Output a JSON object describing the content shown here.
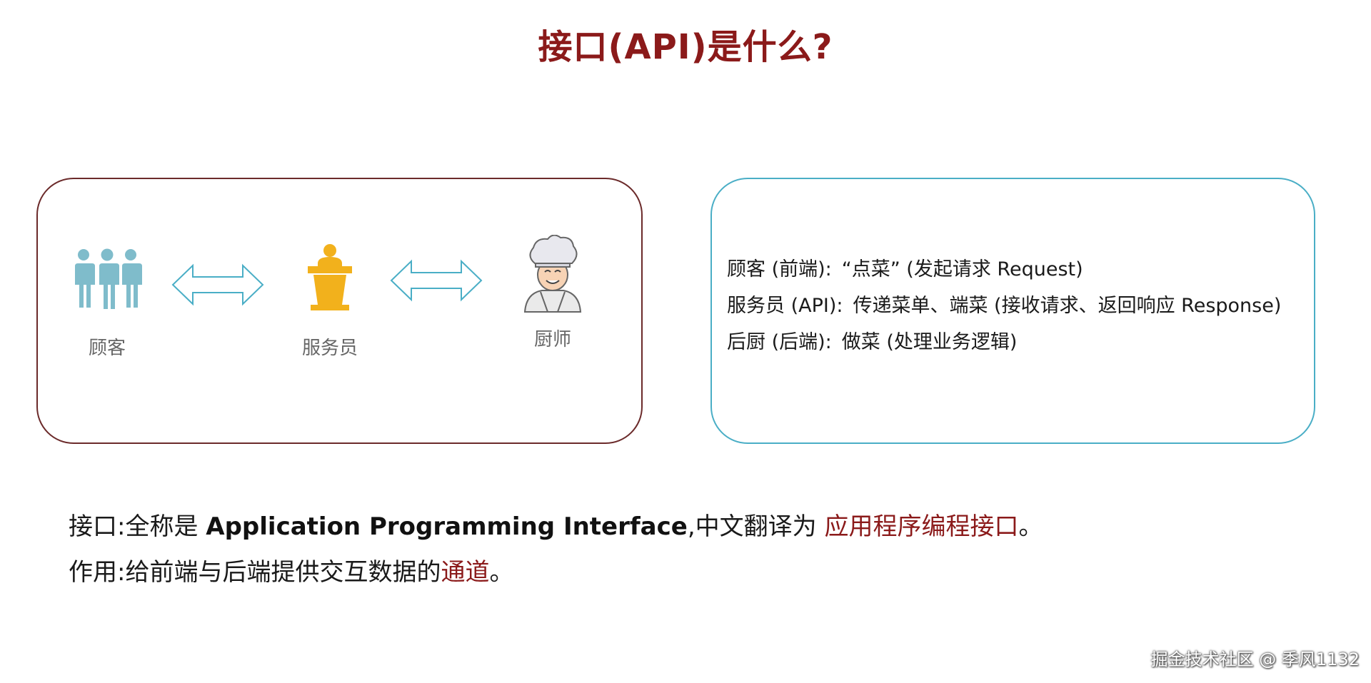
{
  "title": "接口(API)是什么?",
  "diagram": {
    "roles": [
      {
        "label": "顾客",
        "icon": "people-icon"
      },
      {
        "label": "服务员",
        "icon": "podium-waiter-icon"
      },
      {
        "label": "厨师",
        "icon": "chef-icon"
      }
    ],
    "arrows": [
      {
        "icon": "double-arrow-icon"
      },
      {
        "icon": "double-arrow-icon"
      }
    ]
  },
  "descriptions": [
    {
      "role": "顾客 (前端):",
      "text": "“点菜” (发起请求 Request)"
    },
    {
      "role": "服务员 (API):",
      "text": "传递菜单、端菜 (接收请求、返回响应 Response)"
    },
    {
      "role": "后厨 (后端):",
      "text": "做菜 (处理业务逻辑)"
    }
  ],
  "summary": {
    "line1": {
      "prefix": "接口:全称是 ",
      "bold": "Application Programming Interface",
      "middle": ",中文翻译为 ",
      "highlight": "应用程序编程接口",
      "suffix": "。"
    },
    "line2": {
      "prefix": "作用:给前端与后端提供交互数据的",
      "highlight": "通道",
      "suffix": "。"
    }
  },
  "watermark": "掘金技术社区 @ 季风1132",
  "colors": {
    "title": "#8b1a1a",
    "highlight": "#8b1a1a",
    "left_panel_border": "#6b2a2a",
    "right_panel_border": "#4aaec6",
    "arrow_stroke": "#4aaec6",
    "people": "#7fbccb",
    "podium": "#f2b11c"
  }
}
